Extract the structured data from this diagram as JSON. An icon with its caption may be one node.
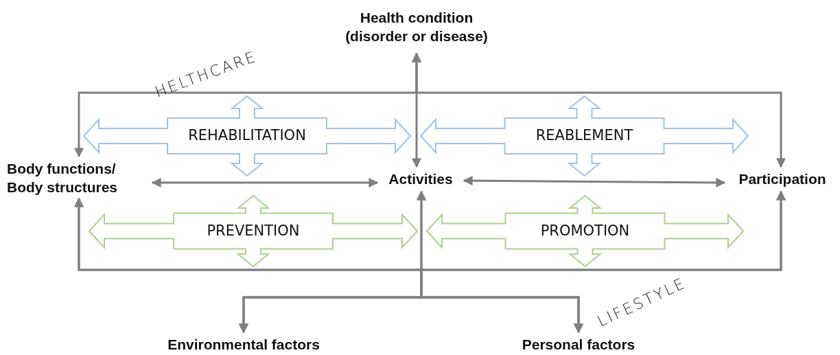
{
  "diagram": {
    "nodes": [
      {
        "text": [
          "Health condition (disorder or disease)"
        ]
      },
      {
        "text": [
          "REHABILITATION"
        ]
      },
      {
        "text": [
          "REABLEMENT"
        ]
      },
      {
        "text": [
          "Body functions/ Body structures"
        ]
      },
      {
        "text": [
          "Activities"
        ]
      },
      {
        "text": [
          "Participation"
        ]
      },
      {
        "text": [
          "PREVENTION"
        ]
      },
      {
        "text": [
          "PROMOTION"
        ]
      },
      {
        "text": [
          "Environmental factors"
        ]
      },
      {
        "text": [
          "Personal factors"
        ]
      }
    ],
    "edges": [
      {
        "from": 0,
        "to": 4,
        "arrow": "both"
      },
      {
        "from": 0,
        "to": 3,
        "arrow": "both"
      },
      {
        "from": 0,
        "to": 5,
        "arrow": "both"
      },
      {
        "from": 3,
        "to": 4,
        "arrow": "both"
      },
      {
        "from": 4,
        "to": 5,
        "arrow": "both"
      },
      {
        "from": 8,
        "to": 3,
        "arrow": "both"
      },
      {
        "from": 8,
        "to": 4,
        "arrow": "both"
      },
      {
        "from": 8,
        "to": 5,
        "arrow": "both"
      },
      {
        "from": 9,
        "to": 3,
        "arrow": "both"
      },
      {
        "from": 9,
        "to": 4,
        "arrow": "both"
      },
      {
        "from": 9,
        "to": 5,
        "arrow": "both"
      }
    ],
    "labels": [
      "HELTHCARE",
      "LIFESTYLE"
    ]
  }
}
